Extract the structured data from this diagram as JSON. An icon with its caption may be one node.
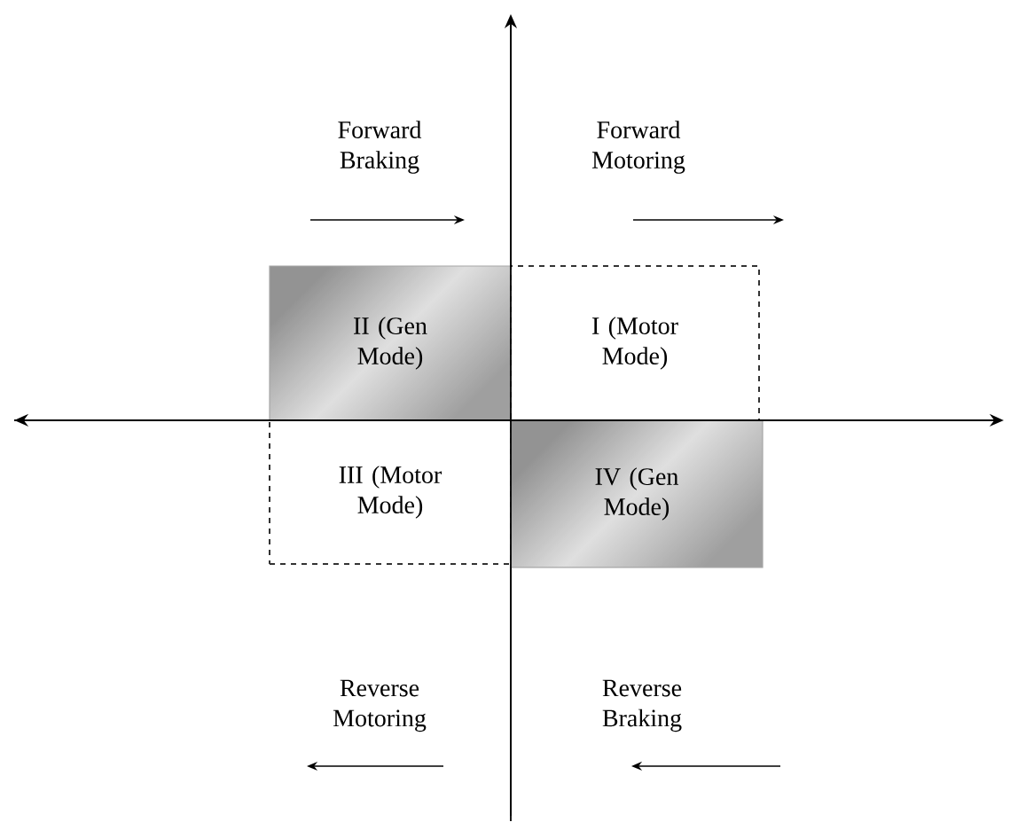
{
  "diagram": {
    "nodes": [
      {
        "text": [
          "II (Gen Mode)"
        ]
      },
      {
        "text": [
          "I (Motor Mode)"
        ]
      },
      {
        "text": [
          "III (Motor Mode)"
        ]
      },
      {
        "text": [
          "IV (Gen Mode)"
        ]
      }
    ],
    "edges": [],
    "labels": [
      "Forward Braking",
      "Forward Motoring",
      "Reverse Motoring",
      "Reverse Braking"
    ]
  }
}
